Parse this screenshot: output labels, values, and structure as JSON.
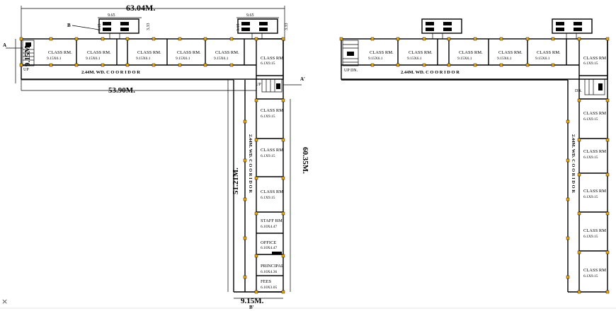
{
  "dimensions": {
    "total_width": "63.04M.",
    "wing_width_left": "9.15M.",
    "corridor_length": "53.90M.",
    "vertical_total": "60.35M.",
    "vertical_inner": "51.21M.",
    "wing_width_bottom": "9.15M.",
    "toilet_width": "9.65",
    "toilet_depth_a": "3.15",
    "toilet_depth_b": "3.33"
  },
  "section_marks": {
    "a": "A",
    "a_prime": "A'",
    "b": "B",
    "b_prime": "B'"
  },
  "stair_labels": {
    "up": "UP",
    "up_dn": "UP DN.",
    "dn": "DN."
  },
  "corridor_h": "2.44M. WD. C  O  O  R  I  D  O  R",
  "corridor_v": "2.44M. WD. C O O R I D O R",
  "class_rooms_h": [
    {
      "name": "CLASS RM.",
      "size": "9.15X6.1"
    },
    {
      "name": "CLASS RM.",
      "size": "9.15X6.1"
    },
    {
      "name": "CLASS RM.",
      "size": "9.15X6.1"
    },
    {
      "name": "CLASS RM.",
      "size": "9.15X6.1"
    },
    {
      "name": "CLASS RM.",
      "size": "9.15X6.1"
    }
  ],
  "corner_room": {
    "name": "CLASS RM",
    "size": "6.1X9.15"
  },
  "left_vertical_rooms": [
    {
      "name": "CLASS RM",
      "size": "6.1X9.15"
    },
    {
      "name": "CLASS RM",
      "size": "6.1X9.15"
    },
    {
      "name": "CLASS RM",
      "size": "6.1X9.15"
    },
    {
      "name": "STAFF RM",
      "size": "6.10X4.47"
    },
    {
      "name": "OFFICE",
      "size": "6.10X4.47"
    },
    {
      "name": "PRINCIPAL",
      "size": "6.10X4.36"
    },
    {
      "name": "FEES",
      "size": "6.10X3.05"
    }
  ],
  "right_vertical_rooms": [
    {
      "name": "CLASS RM",
      "size": "6.1X9.15"
    },
    {
      "name": "CLASS RM",
      "size": "6.1X9.15"
    },
    {
      "name": "CLASS RM",
      "size": "6.1X9.15"
    },
    {
      "name": "CLASS RM",
      "size": "6.1X9.15"
    },
    {
      "name": "CLASS RM",
      "size": "6.1X9.15"
    },
    {
      "name": "CLASS RM",
      "size": "6.1X9.15"
    }
  ],
  "close_glyph": "×"
}
